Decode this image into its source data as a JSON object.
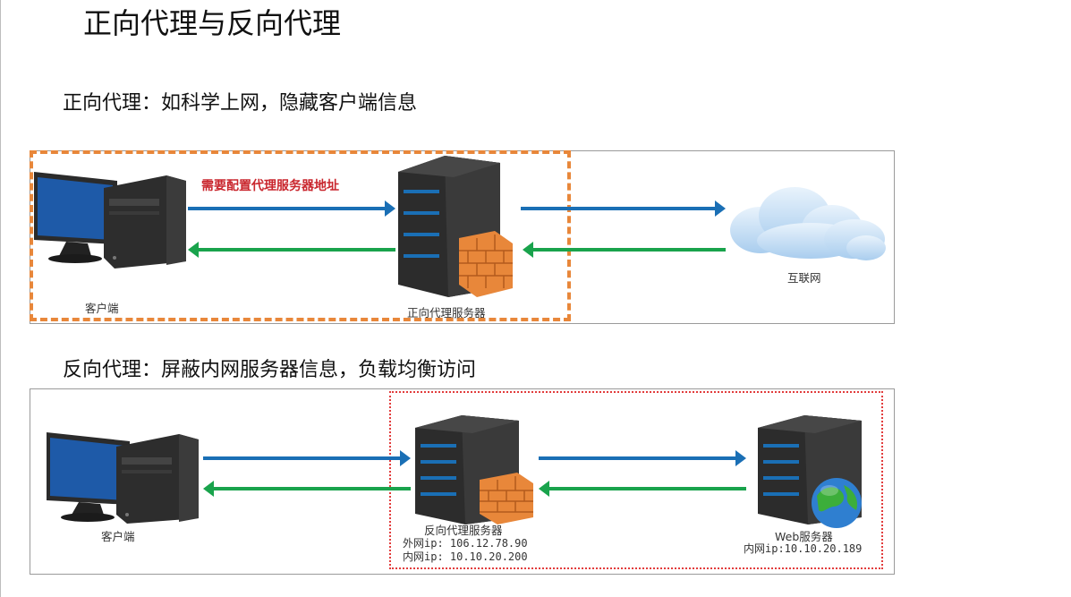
{
  "page": {
    "title": "正向代理与反向代理"
  },
  "forward": {
    "heading": "正向代理：如科学上网，隐藏客户端信息",
    "note": "需要配置代理服务器地址",
    "client_label": "客户端",
    "proxy_label": "正向代理服务器",
    "internet_label": "互联网"
  },
  "reverse": {
    "heading": "反向代理：屏蔽内网服务器信息，负载均衡访问",
    "client_label": "客户端",
    "proxy_label": "反向代理服务器",
    "proxy_external_ip": "外网ip: 106.12.78.90",
    "proxy_internal_ip": "内网ip: 10.10.20.200",
    "web_label": "Web服务器",
    "web_internal_ip": "内网ip:10.10.20.189"
  },
  "colors": {
    "request_arrow": "#1a6fb5",
    "response_arrow": "#19a34c",
    "forward_box": "#e8873a",
    "reverse_box": "#e23c3c"
  }
}
